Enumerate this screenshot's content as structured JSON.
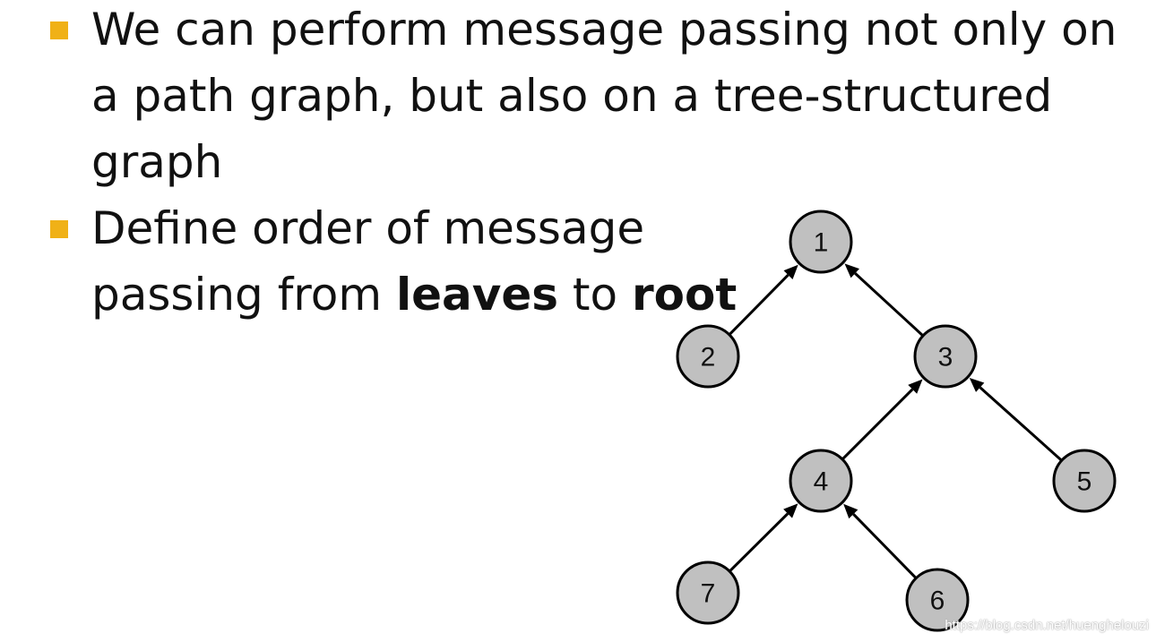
{
  "bullets": [
    {
      "lines": [
        "We can perform message passing not only on",
        "a path graph, but also on a tree-structured",
        "graph"
      ]
    },
    {
      "line1": "Define order of message",
      "line2_prefix": "passing from ",
      "line2_bold1": "leaves",
      "line2_mid": " to ",
      "line2_bold2": "root"
    }
  ],
  "colors": {
    "bullet_marker": "#f0b117",
    "node_fill": "#c0c0c0",
    "edge": "#000000"
  },
  "tree": {
    "nodes": [
      {
        "id": "1",
        "label": "1"
      },
      {
        "id": "2",
        "label": "2"
      },
      {
        "id": "3",
        "label": "3"
      },
      {
        "id": "4",
        "label": "4"
      },
      {
        "id": "5",
        "label": "5"
      },
      {
        "id": "6",
        "label": "6"
      },
      {
        "id": "7",
        "label": "7"
      }
    ],
    "edges": [
      {
        "from": "2",
        "to": "1"
      },
      {
        "from": "3",
        "to": "1"
      },
      {
        "from": "4",
        "to": "3"
      },
      {
        "from": "5",
        "to": "3"
      },
      {
        "from": "7",
        "to": "4"
      },
      {
        "from": "6",
        "to": "4"
      }
    ]
  },
  "watermark": "https://blog.csdn.net/huenghelouzi"
}
